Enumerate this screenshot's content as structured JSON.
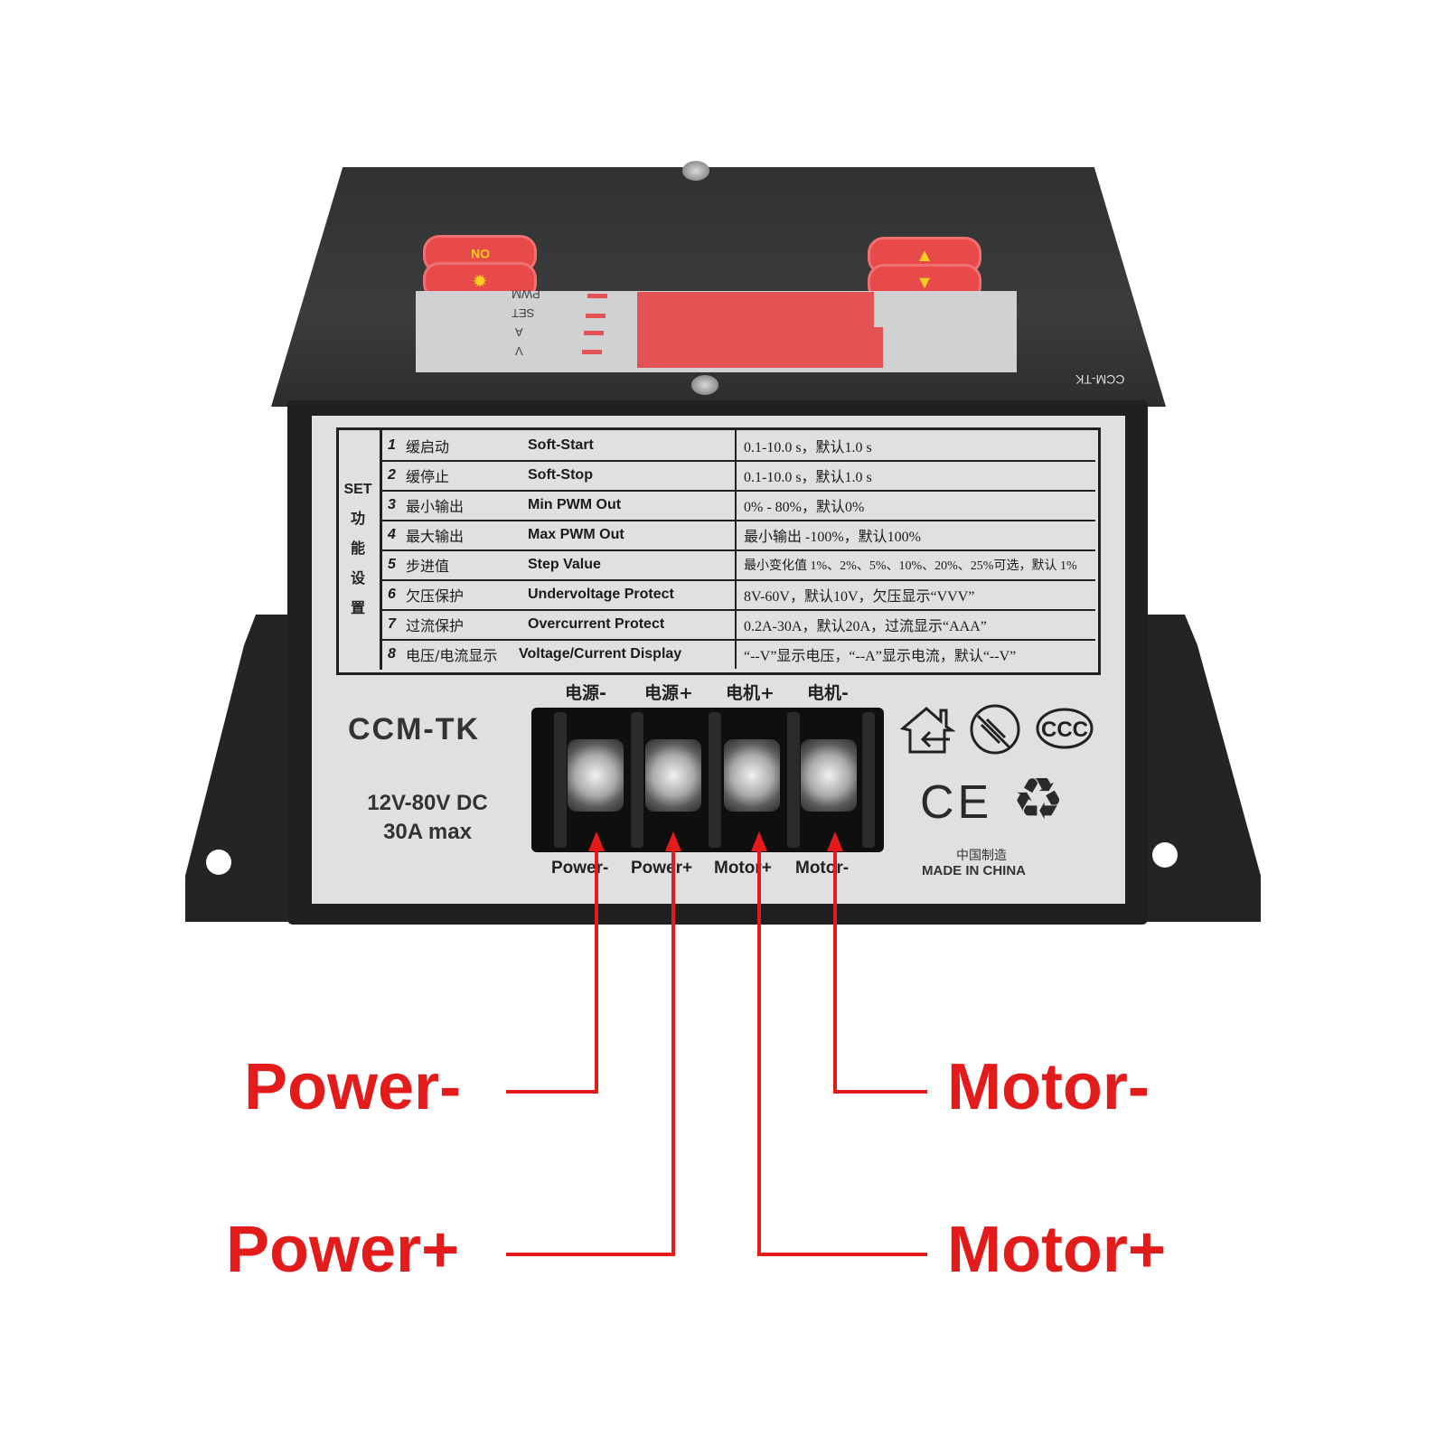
{
  "device": {
    "model": "CCM-TK",
    "rear_model_mirrored": "CCM-TK",
    "spec_voltage": "12V-80V DC",
    "spec_current": "30A max",
    "made_in_cn": "中国制造",
    "made_in_en": "MADE IN CHINA",
    "top_panel": {
      "buttons": [
        {
          "name": "on-button",
          "label": "ON"
        },
        {
          "name": "settings-button",
          "icon": "gear-icon"
        },
        {
          "name": "up-button",
          "icon": "triangle-up-icon"
        },
        {
          "name": "down-button",
          "icon": "triangle-down-icon"
        }
      ],
      "indicators": [
        "PWM",
        "SET",
        "A",
        "V"
      ]
    },
    "settings_table": {
      "side_label": [
        "SET",
        "功",
        "能",
        "设",
        "置"
      ],
      "rows": [
        {
          "num": "1",
          "cn": "缓启动",
          "en": "Soft-Start",
          "value": "0.1-10.0 s，默认1.0 s"
        },
        {
          "num": "2",
          "cn": "缓停止",
          "en": "Soft-Stop",
          "value": "0.1-10.0 s，默认1.0 s"
        },
        {
          "num": "3",
          "cn": "最小输出",
          "en": "Min PWM Out",
          "value": "0% - 80%，默认0%"
        },
        {
          "num": "4",
          "cn": "最大输出",
          "en": "Max PWM Out",
          "value": "最小输出 -100%，默认100%"
        },
        {
          "num": "5",
          "cn": "步进值",
          "en": "Step Value",
          "value": "最小变化值 1%、2%、5%、10%、20%、25%可选，默认 1%"
        },
        {
          "num": "6",
          "cn": "欠压保护",
          "en": "Undervoltage Protect",
          "value": "8V-60V，默认10V，欠压显示“VVV”"
        },
        {
          "num": "7",
          "cn": "过流保护",
          "en": "Overcurrent Protect",
          "value": "0.2A-30A，默认20A，过流显示“AAA”"
        },
        {
          "num": "8",
          "cn": "电压/电流显示",
          "en": "Voltage/Current Display",
          "value": "“--V”显示电压，“--A”显示电流，默认“--V”"
        }
      ]
    },
    "terminals": [
      {
        "cn": "电源-",
        "en": "Power-"
      },
      {
        "cn": "电源+",
        "en": "Power+"
      },
      {
        "cn": "电机+",
        "en": "Motor+"
      },
      {
        "cn": "电机-",
        "en": "Motor-"
      }
    ],
    "certification_icons": [
      "indoor-use-icon",
      "no-immersion-icon",
      "ccc-icon",
      "ce-icon",
      "recycle-icon"
    ]
  },
  "callouts": {
    "power_minus": "Power-",
    "power_plus": "Power+",
    "motor_minus": "Motor-",
    "motor_plus": "Motor+",
    "line_color": "#e41b1b"
  },
  "icons": {
    "gear": "✹",
    "up": "▲",
    "down": "▼",
    "ce": "CE",
    "ccc": "CCC",
    "recycle": "♻"
  }
}
